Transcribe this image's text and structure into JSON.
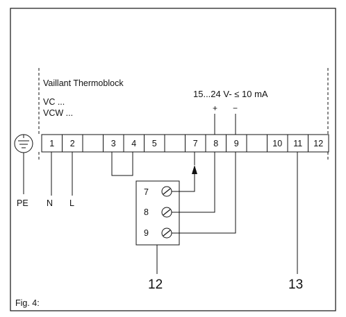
{
  "device": {
    "brand_title": "Vaillant Thermoblock",
    "models": [
      "VC ...",
      "VCW ..."
    ]
  },
  "supply_spec": "15...24 V- ≤ 10 mA",
  "polarity": {
    "plus": "+",
    "minus": "−"
  },
  "terminals": [
    "1",
    "2",
    "",
    "3",
    "4",
    "5",
    "",
    "7",
    "8",
    "9",
    "",
    "10",
    "11",
    "12"
  ],
  "left_labels": {
    "pe": "PE",
    "n": "N",
    "l": "L"
  },
  "module_terminals": [
    "7",
    "8",
    "9"
  ],
  "callouts": {
    "module": "12",
    "terminal_11": "13"
  },
  "figure_caption": "Fig. 4:",
  "colors": {
    "line": "#111111",
    "background": "#ffffff"
  }
}
